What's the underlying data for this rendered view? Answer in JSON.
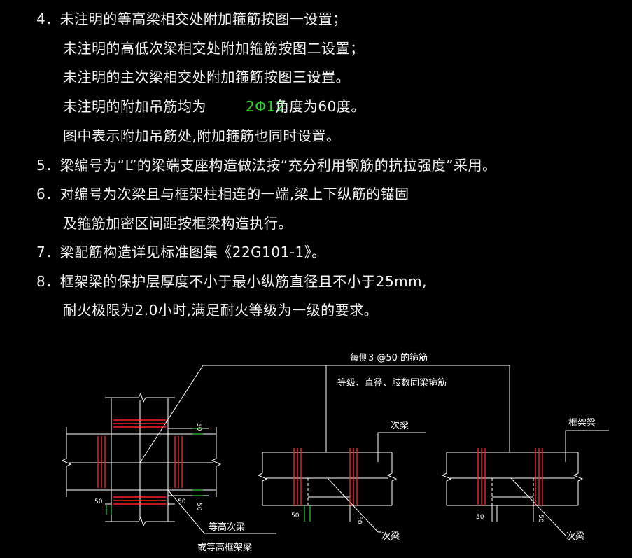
{
  "notes": {
    "n4_a": "4．未注明的等高梁相交处附加箍筋按图一设置；",
    "n4_b": "未注明的高低次梁相交处附加箍筋按图二设置；",
    "n4_c": "未注明的主次梁相交处附加箍筋按图三设置。",
    "n4_d_pre": "未注明的附加吊筋均为",
    "n4_d_green": "2Φ12",
    "n4_d_post": "角度为60度。",
    "n4_e": "图中表示附加吊筋处,附加箍筋也同时设置。",
    "n5": "5．梁编号为“L”的梁端支座构造做法按“充分利用钢筋的抗拉强度”采用。",
    "n6_a": "6．对编号为次梁且与框架柱相连的一端,梁上下纵筋的锚固",
    "n6_b": "及箍筋加密区间距按框梁构造执行。",
    "n7": "7．梁配筋构造详见标准图集《22G101-1》。",
    "n8_a": "8．框架梁的保护层厚度不小于最小纵筋直径且不小于25mm,",
    "n8_b": "耐火极限为2.0小时,满足耐火等级为一级的要求。"
  },
  "diagram": {
    "callout_line1": "每侧3 @50 的箍筋",
    "callout_line2": "等级、直径、肢数同梁箍筋",
    "fig1_dim_a": "50",
    "fig1_dim_b": "50",
    "fig1_dim_c": "50",
    "fig1_dim_d": "50",
    "fig1_label1": "等高次梁",
    "fig1_label2": "或等高框架梁",
    "fig2_label_top": "次梁",
    "fig2_label_bottom": "次梁",
    "fig2_dim_a": "50",
    "fig2_dim_b": "50",
    "fig3_label_top": "框架梁",
    "fig3_label_bottom": "次梁",
    "fig3_dim_a": "50",
    "fig3_dim_b": "50"
  },
  "colors": {
    "background": "#000000",
    "line": "#ffffff",
    "stirrup": "#ff2020",
    "dimension": "#2bd82b"
  }
}
